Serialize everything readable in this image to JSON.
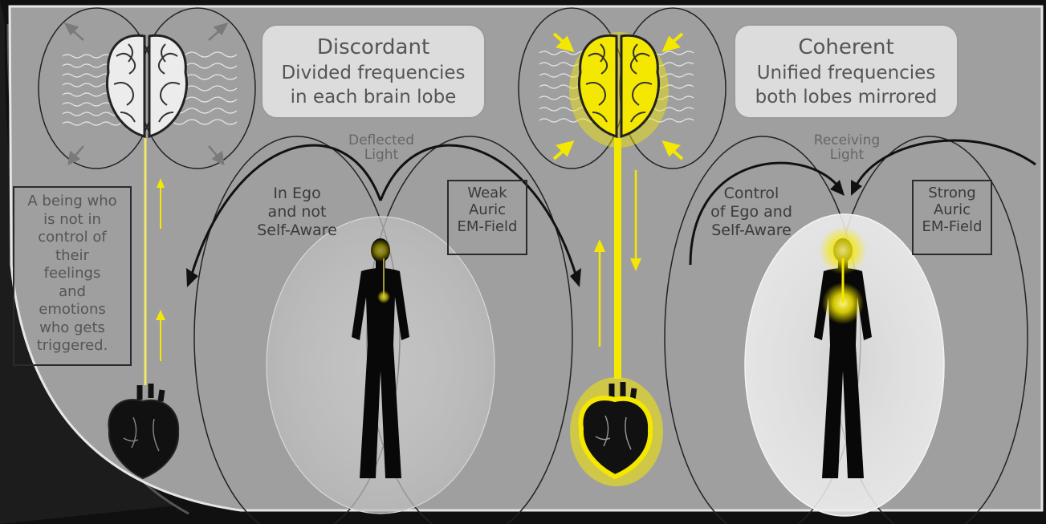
{
  "discordant": {
    "title": "Discordant",
    "subtitle_lines": [
      "Divided frequencies",
      "in each brain lobe"
    ],
    "light_label_lines": [
      "Deflected",
      "Light"
    ],
    "ego_label_lines": [
      "In Ego",
      "and not",
      "Self-Aware"
    ],
    "field_label_lines": [
      "Weak",
      "Auric",
      "EM-Field"
    ],
    "being_note_lines": [
      "A being who",
      "is not in",
      "control of",
      "their",
      "feelings",
      "and",
      "emotions",
      "who gets",
      "triggered."
    ]
  },
  "coherent": {
    "title": "Coherent",
    "subtitle_lines": [
      "Unified frequencies",
      "both lobes mirrored"
    ],
    "light_label_lines": [
      "Receiving",
      "Light"
    ],
    "ego_label_lines": [
      "Control",
      "of Ego and",
      "Self-Aware"
    ],
    "field_label_lines": [
      "Strong",
      "Auric",
      "EM-Field"
    ]
  },
  "colors": {
    "panel": "#9f9f9f",
    "frame": "#111111",
    "glow": "#f5e800",
    "text": "#555555",
    "card": "#dcdcdc"
  },
  "icons": [
    "brain-icon",
    "heart-icon",
    "human-silhouette-icon",
    "arrow-icon"
  ]
}
